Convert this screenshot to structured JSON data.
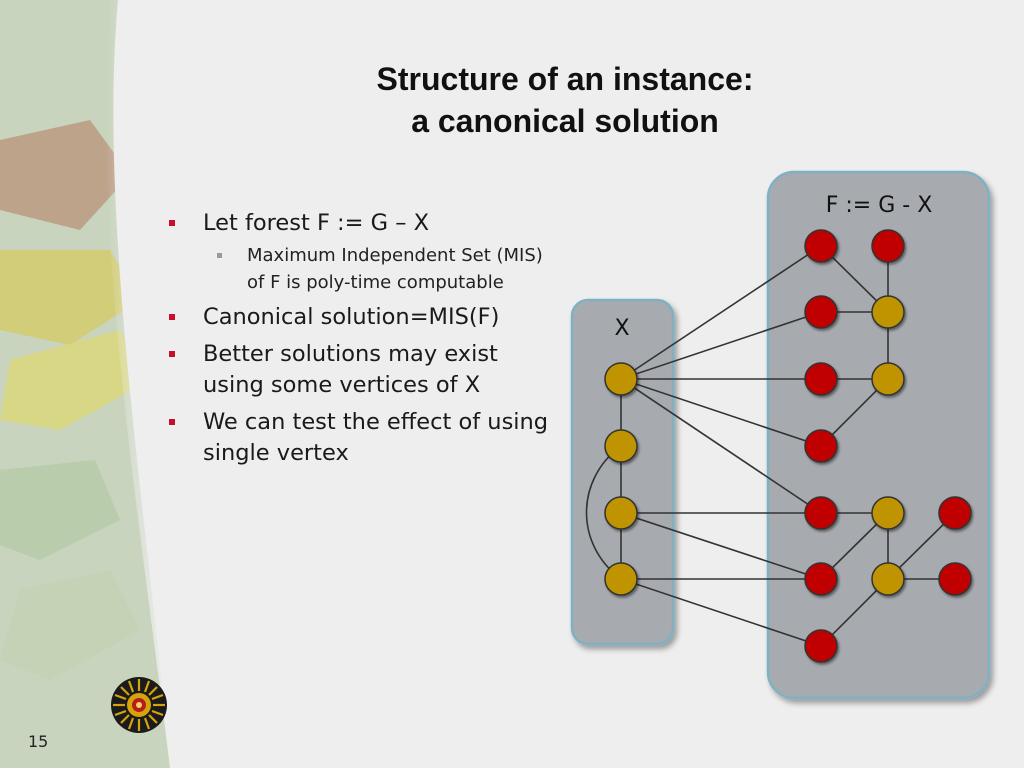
{
  "slide": {
    "title_line1": "Structure of an instance:",
    "title_line2": "a canonical solution",
    "bullets": [
      "Let forest F := G – X",
      "Canonical solution=MIS(F)",
      "Better solutions may exist using some vertices of X",
      "We can test the effect of using single vertex"
    ],
    "sub_bullets": [
      "Maximum Independent Set (MIS) of F is poly-time computable"
    ],
    "page_number": "15"
  },
  "diagram": {
    "box_x_label": "X",
    "box_f_label": "F := G - X",
    "colors": {
      "x_vertex": "#c09400",
      "f_vertex_red": "#c00000",
      "f_vertex_gold": "#c09400",
      "box_fill": "#a7abaf",
      "box_border": "#7fb1c4"
    }
  }
}
